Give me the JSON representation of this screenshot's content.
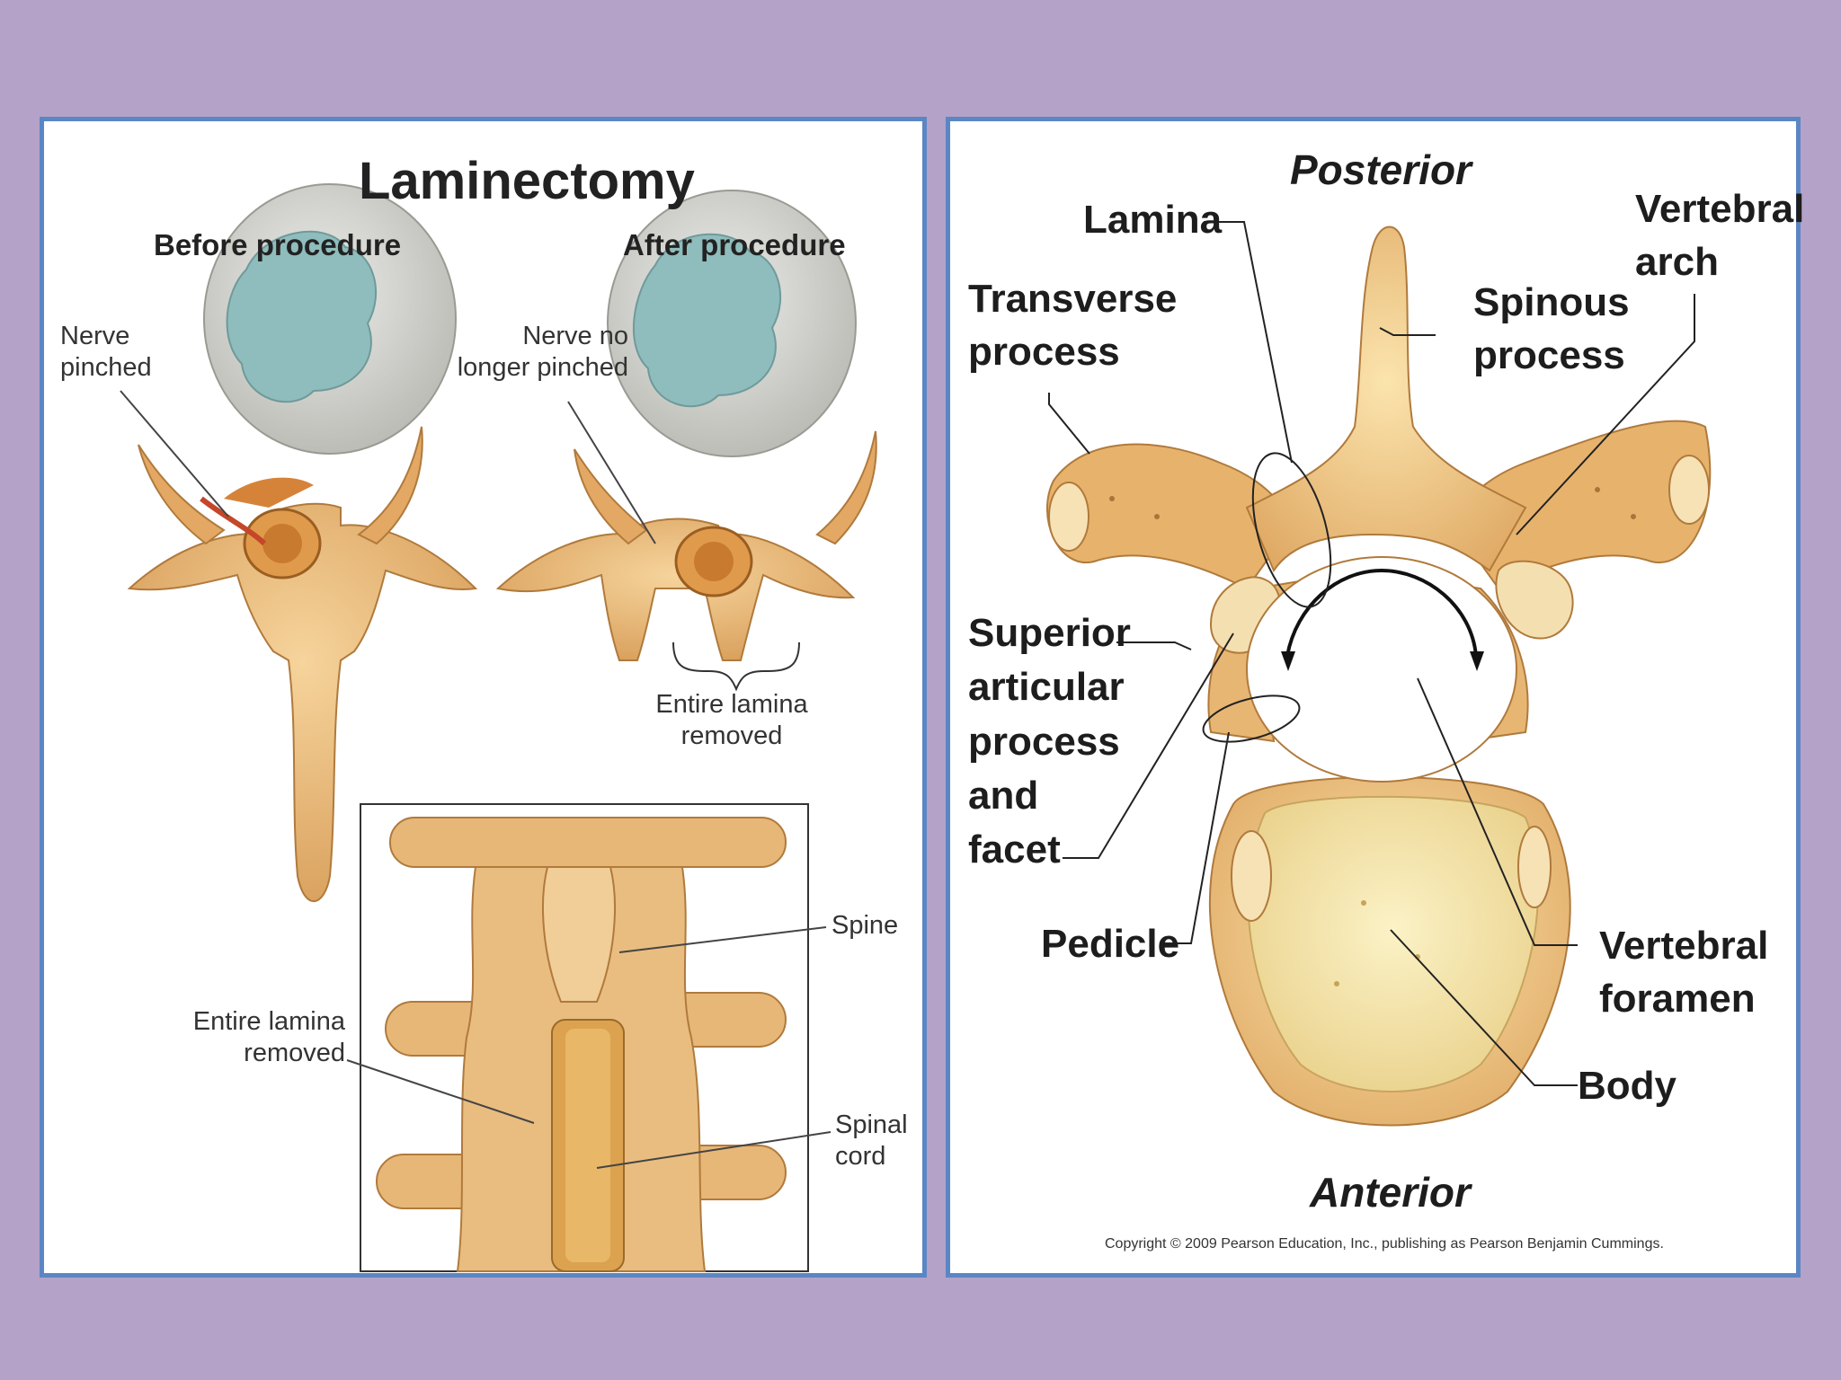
{
  "laminectomy": {
    "title": "Laminectomy",
    "before_label": "Before procedure",
    "after_label": "After procedure",
    "nerve_pinched": "Nerve\npinched",
    "nerve_not_pinched": "Nerve no\nlonger pinched",
    "lamina_removed_top": "Entire lamina\nremoved",
    "spine": "Spine",
    "lamina_removed_bottom": "Entire lamina\nremoved",
    "spinal_cord": "Spinal\ncord"
  },
  "vertebra": {
    "posterior": "Posterior",
    "anterior": "Anterior",
    "lamina": "Lamina",
    "vertebral_arch": "Vertebral\narch",
    "transverse_process": "Transverse\nprocess",
    "spinous_process": "Spinous\nprocess",
    "superior_articular": "Superior\narticular\nprocess\nand\nfacet",
    "pedicle": "Pedicle",
    "vertebral_foramen": "Vertebral\nforamen",
    "body": "Body",
    "copyright": "Copyright © 2009 Pearson Education, Inc., publishing as Pearson Benjamin Cummings."
  },
  "colors": {
    "background": "#b4a2c8",
    "panel_border": "#5b86c4",
    "bone": "#e9b878",
    "bone_dark": "#c98a45",
    "disc": "#d6d6d0",
    "nucleus": "#8fb8b8"
  }
}
